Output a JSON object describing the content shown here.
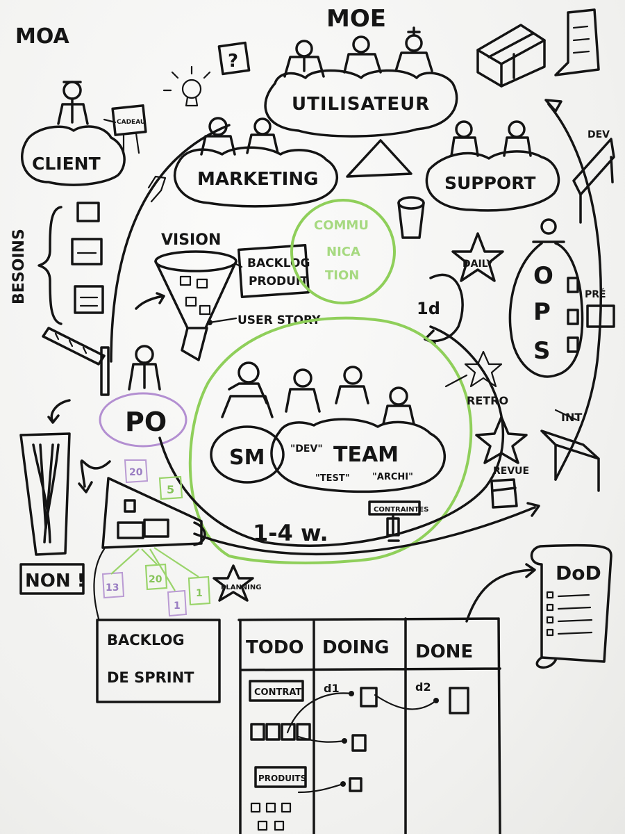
{
  "labels": {
    "moa": "MOA",
    "moe": "MOE",
    "utilisateur": "UTILISATEUR",
    "client": "CLIENT",
    "marketing": "MARKETING",
    "support": "SUPPORT",
    "besoins": "BESOINS",
    "vision": "VISION",
    "backlog_produit_1": "BACKLOG",
    "backlog_produit_2": "PRODUIT",
    "communication_1": "COMMU",
    "communication_2": "NICA",
    "communication_3": "TION",
    "user_story": "USER STORY",
    "daily": "DAILY",
    "one_day": "1d",
    "ops": [
      "O",
      "P",
      "S"
    ],
    "pre": "PRÉ",
    "int": "INT",
    "po": "PO",
    "sm": "SM",
    "team": "TEAM",
    "dev": "\"DEV\"",
    "test": "\"TEST\"",
    "archi": "\"ARCHI\"",
    "retro": "RETRO",
    "review": "REVUE",
    "duration": "1-4 w.",
    "contraintes": "CONTRAINTES",
    "non": "NON !",
    "planning": "PLANNING",
    "backlog_sprint_1": "BACKLOG",
    "backlog_sprint_2": "DE SPRINT",
    "dod": "DoD",
    "card_values": [
      "20",
      "5",
      "13",
      "20",
      "1",
      "1"
    ],
    "kanban": {
      "columns": [
        "TODO",
        "DOING",
        "DONE"
      ],
      "todo_items": [
        "CONTRAT",
        "PRODUITS"
      ],
      "doing_note": "d1",
      "done_note": "d2"
    }
  },
  "colors": {
    "ink": "#141414",
    "green_marker": "#8fcf5a",
    "purple_marker": "#b38fd1",
    "paper": "#f4f4f2"
  },
  "icons": [
    "question-icon",
    "lightbulb-icon",
    "box-icon",
    "document-icon",
    "funnel-icon",
    "star-icon",
    "glass-icon",
    "cup-icon",
    "person-icon"
  ]
}
